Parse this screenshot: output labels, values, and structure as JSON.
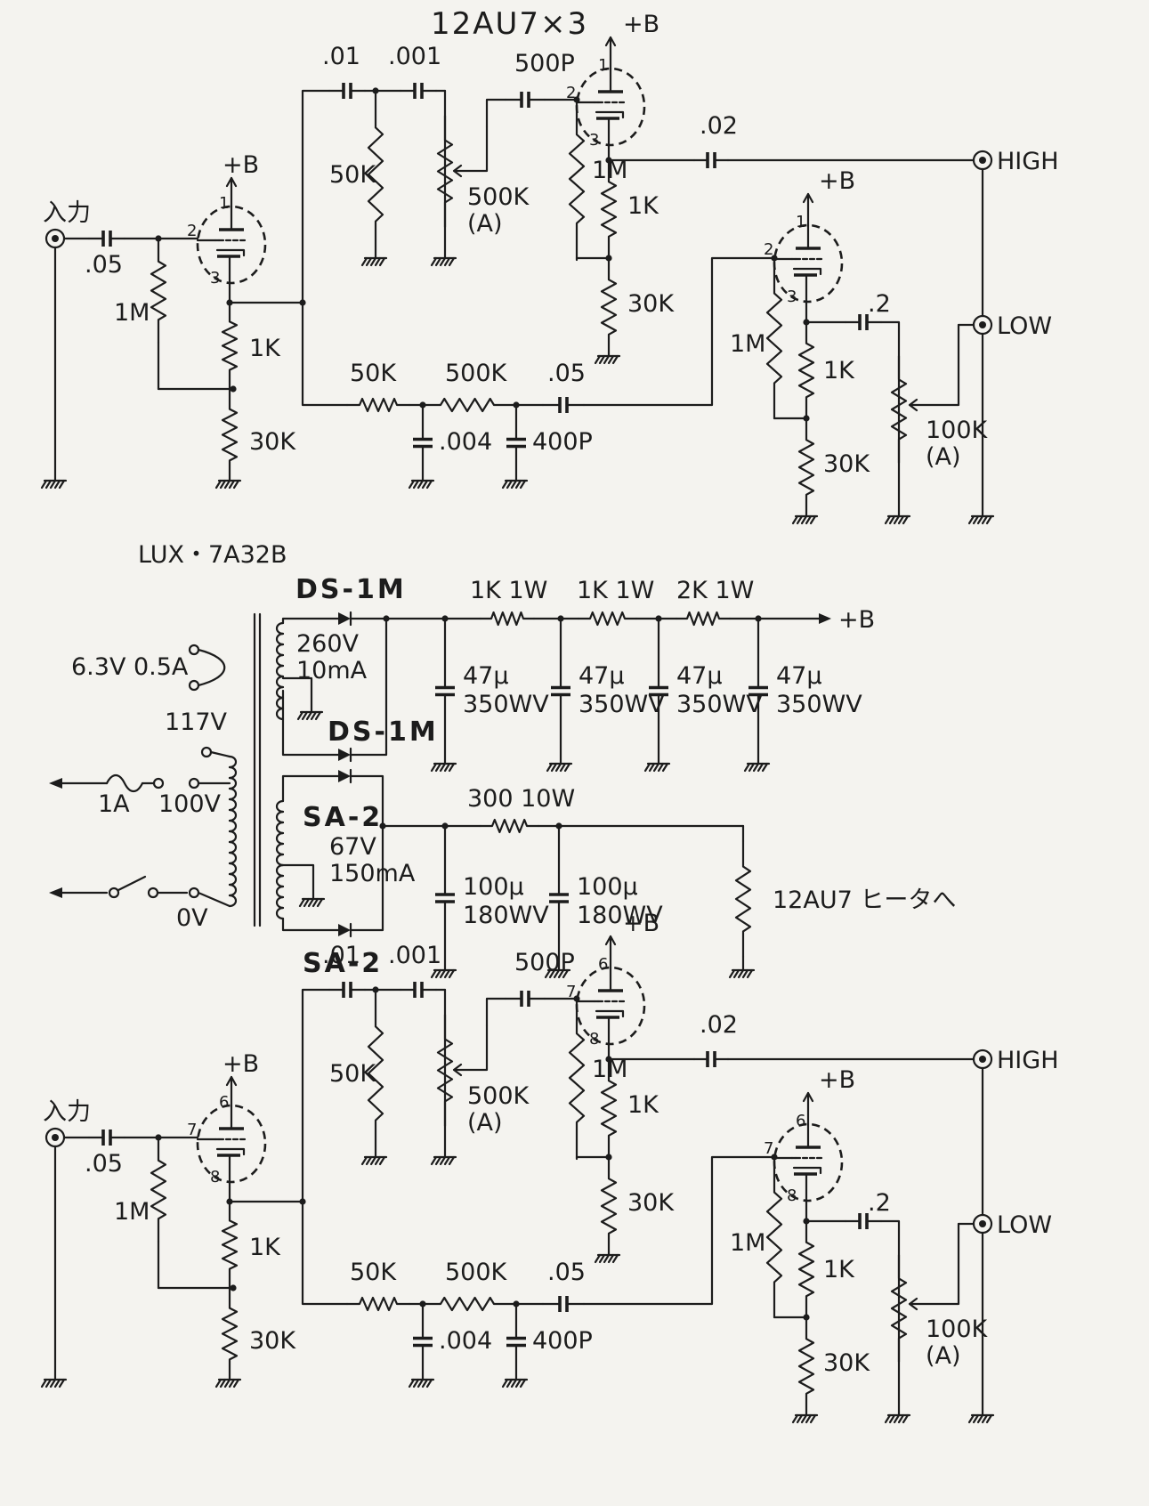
{
  "title": "12AU7×3",
  "transformer": "LUX・7A32B",
  "supply": {
    "heater_winding": "6.3V 0.5A",
    "primary_117": "117V",
    "primary_100": "100V",
    "primary_0": "0V",
    "fuse": "1A",
    "hv_winding": "260V\n10mA",
    "lv_winding": "67V\n150mA",
    "diode_hv": "DS-1M",
    "diode_lv": "SA-2",
    "r1": "1K 1W",
    "r2": "1K 1W",
    "r3": "2K 1W",
    "r_lv": "300 10W",
    "c_hv": "47μ\n350WV",
    "c_lv": "100μ\n180WV",
    "b_plus": "+B",
    "heater_note": "12AU7 ヒータへ"
  },
  "amp": {
    "input": "入力",
    "high": "HIGH",
    "low": "LOW",
    "b_plus": "+B",
    "c_in": ".05",
    "r_grid": "1M",
    "r_k1": "1K",
    "r_k2": "30K",
    "c_01": ".01",
    "c_001": ".001",
    "c_500p": "500P",
    "r_50k": "50K",
    "vr_500k": "500K\n(A)",
    "c_02": ".02",
    "r_50k_low": "50K",
    "r_500k_low": "500K",
    "c_05_low": ".05",
    "c_004": ".004",
    "c_400p": "400P",
    "c_2": ".2",
    "vr_100k": "100K\n(A)"
  },
  "pins_top": [
    "1",
    "2",
    "3"
  ],
  "pins_bottom": [
    "6",
    "7",
    "8"
  ]
}
